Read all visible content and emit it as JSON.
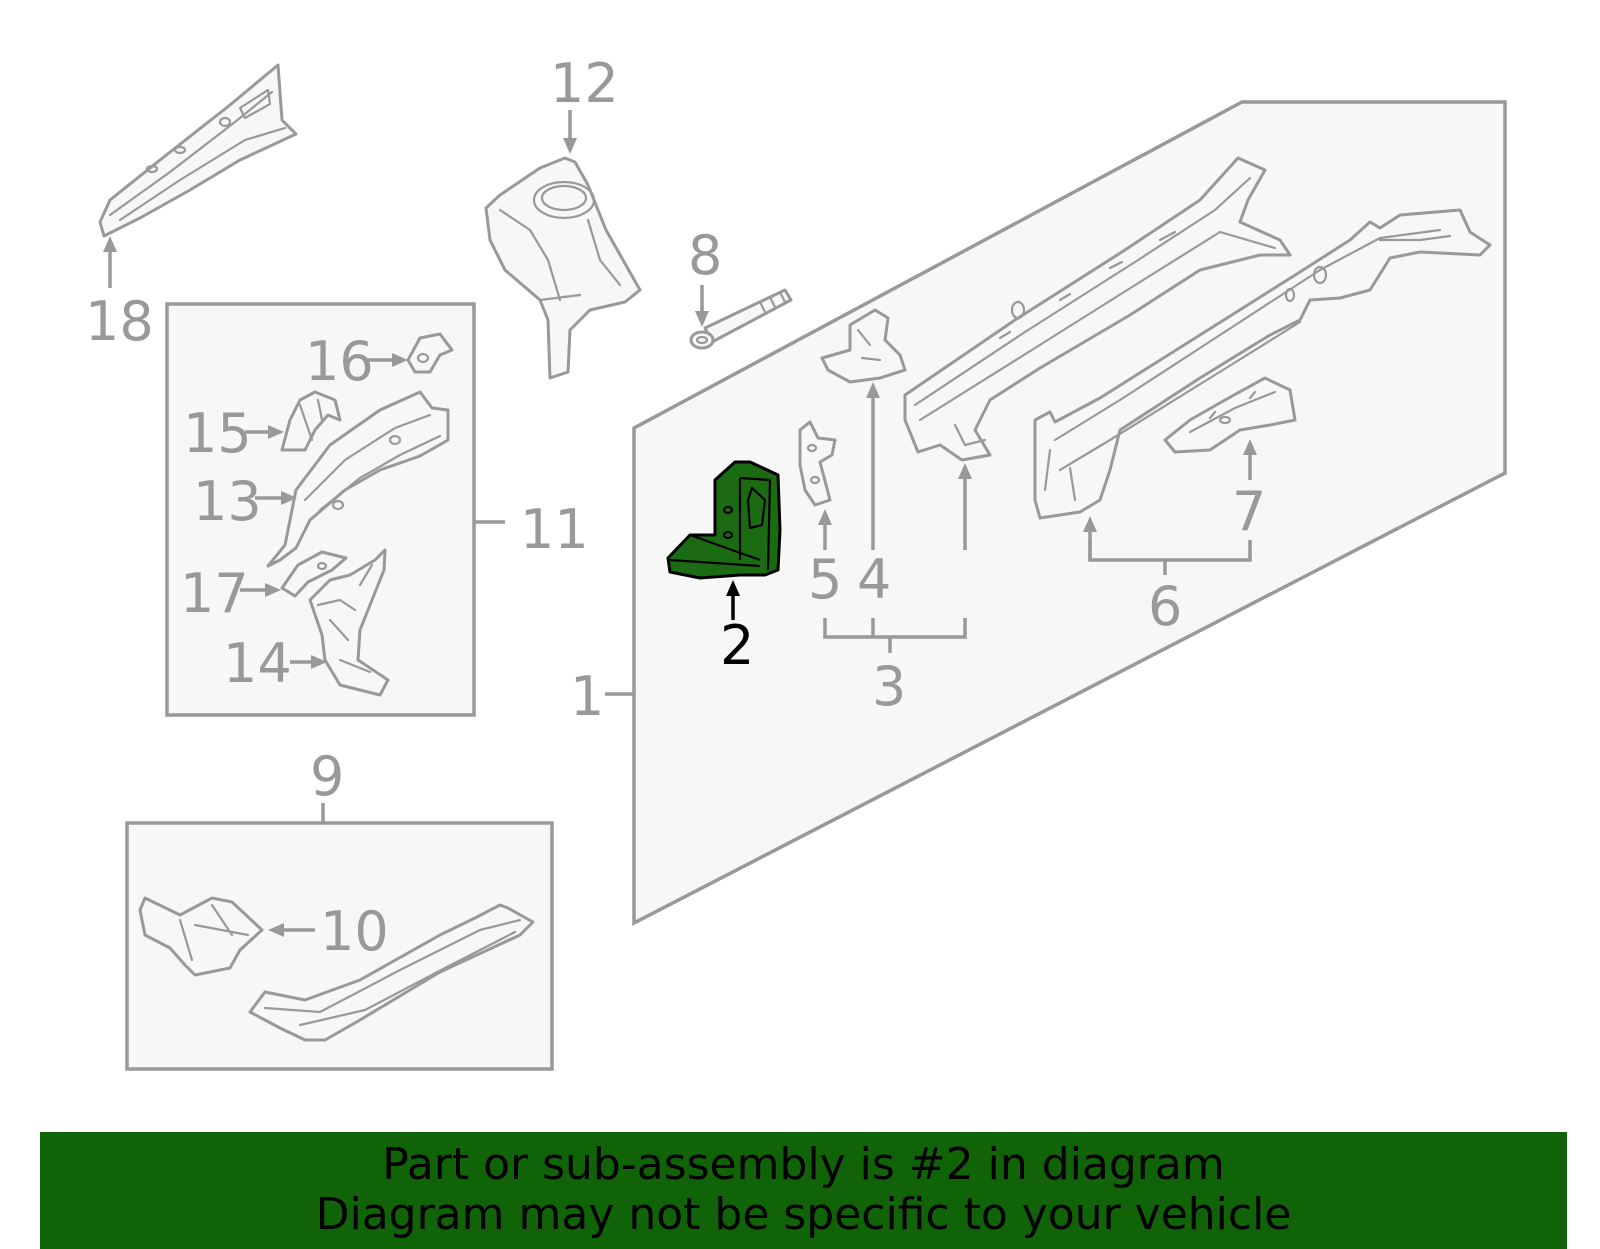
{
  "colors": {
    "highlight_fill": "#1a6b12",
    "banner_background": "#116308",
    "line_gray": "#999999",
    "panel_fill": "#f7f7f7"
  },
  "diagram": {
    "highlighted_part": "2",
    "callouts": [
      "1",
      "2",
      "3",
      "4",
      "5",
      "6",
      "7",
      "8",
      "9",
      "10",
      "11",
      "12",
      "13",
      "14",
      "15",
      "16",
      "17",
      "18"
    ]
  },
  "banner": {
    "line1": "Part or sub-assembly is #2 in diagram",
    "line2": "Diagram may not be specific to your vehicle"
  }
}
